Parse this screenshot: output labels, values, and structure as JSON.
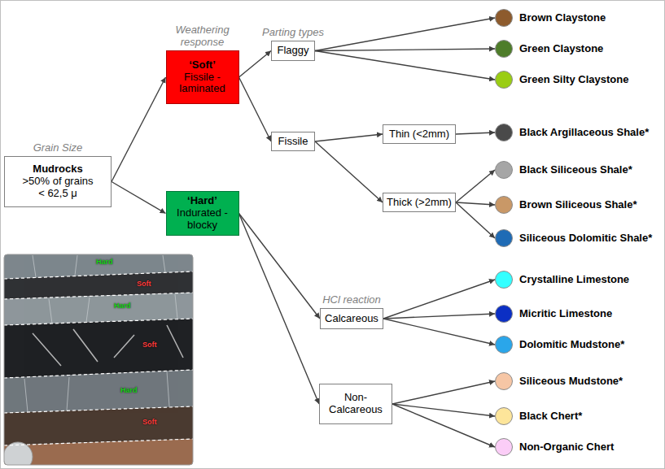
{
  "diagram": {
    "nodes": [
      {
        "text": [
          "Grain Size",
          "Mudrocks",
          ">50% of grains < 62,5 μ"
        ]
      },
      {
        "text": [
          "Weathering response",
          "‘Soft’",
          "Fissile - laminated"
        ]
      },
      {
        "text": [
          "Parting types",
          "Flaggy"
        ]
      },
      {
        "text": [
          "Brown Claystone"
        ]
      },
      {
        "text": [
          "Green Claystone"
        ]
      },
      {
        "text": [
          "Green Silty Claystone"
        ]
      },
      {
        "text": [
          "Fissile"
        ]
      },
      {
        "text": [
          "Thin (<2mm)"
        ]
      },
      {
        "text": [
          "Black Argillaceous Shale*"
        ]
      },
      {
        "text": [
          "Thick (>2mm)"
        ]
      },
      {
        "text": [
          "Black Siliceous Shale*"
        ]
      },
      {
        "text": [
          "Brown Siliceous Shale*"
        ]
      },
      {
        "text": [
          "Siliceous Dolomitic Shale*"
        ]
      },
      {
        "text": [
          "‘Hard’",
          "Indurated - blocky"
        ]
      },
      {
        "text": [
          "HCl reaction",
          "Calcareous"
        ]
      },
      {
        "text": [
          "Crystalline Limestone"
        ]
      },
      {
        "text": [
          "Micritic Limestone"
        ]
      },
      {
        "text": [
          "Dolomitic Mudstone*"
        ]
      },
      {
        "text": [
          "Non-Calcareous"
        ]
      },
      {
        "text": [
          "Siliceous Mudstone*"
        ]
      },
      {
        "text": [
          "Black Chert*"
        ]
      },
      {
        "text": [
          "Non-Organic Chert"
        ]
      }
    ],
    "edges": [
      {
        "from": 0,
        "to": 1,
        "arrow": "to"
      },
      {
        "from": 0,
        "to": 13,
        "arrow": "to"
      },
      {
        "from": 1,
        "to": 2,
        "arrow": "to"
      },
      {
        "from": 1,
        "to": 6,
        "arrow": "to"
      },
      {
        "from": 2,
        "to": 3,
        "arrow": "to"
      },
      {
        "from": 2,
        "to": 4,
        "arrow": "to"
      },
      {
        "from": 2,
        "to": 5,
        "arrow": "to"
      },
      {
        "from": 6,
        "to": 7,
        "arrow": "to"
      },
      {
        "from": 6,
        "to": 9,
        "arrow": "to"
      },
      {
        "from": 7,
        "to": 8,
        "arrow": "to"
      },
      {
        "from": 9,
        "to": 10,
        "arrow": "to"
      },
      {
        "from": 9,
        "to": 11,
        "arrow": "to"
      },
      {
        "from": 9,
        "to": 12,
        "arrow": "to"
      },
      {
        "from": 13,
        "to": 14,
        "arrow": "to"
      },
      {
        "from": 13,
        "to": 18,
        "arrow": "to"
      },
      {
        "from": 14,
        "to": 15,
        "arrow": "to"
      },
      {
        "from": 14,
        "to": 16,
        "arrow": "to"
      },
      {
        "from": 14,
        "to": 17,
        "arrow": "to"
      },
      {
        "from": 18,
        "to": 19,
        "arrow": "to"
      },
      {
        "from": 18,
        "to": 20,
        "arrow": "to"
      },
      {
        "from": 18,
        "to": 21,
        "arrow": "to"
      }
    ],
    "labels": [
      "Hard",
      "Soft",
      "Hard",
      "Soft",
      "Hard",
      "Soft"
    ]
  }
}
